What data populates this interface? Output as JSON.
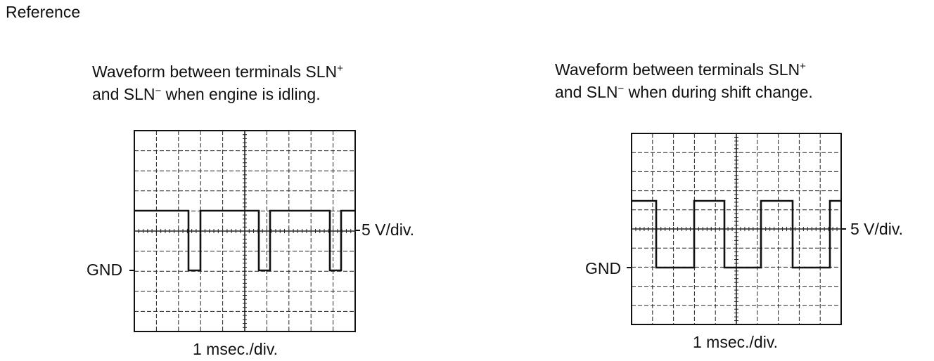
{
  "section_label": "Reference",
  "panels": [
    {
      "caption_line1_main": "Waveform between terminals SLN",
      "caption_line1_sup": "+",
      "caption_line2_pre": "and SLN",
      "caption_line2_sup": "−",
      "caption_line2_post": " when engine is idling.",
      "gnd_label": "GND",
      "volt_label": "5 V/div.",
      "time_label": "1 msec./div."
    },
    {
      "caption_line1_main": "Waveform between terminals SLN",
      "caption_line1_sup": "+",
      "caption_line2_pre": "and SLN",
      "caption_line2_sup": "−",
      "caption_line2_post": " when during shift change.",
      "gnd_label": "GND",
      "volt_label": "5 V/div.",
      "time_label": "1 msec./div."
    }
  ]
}
